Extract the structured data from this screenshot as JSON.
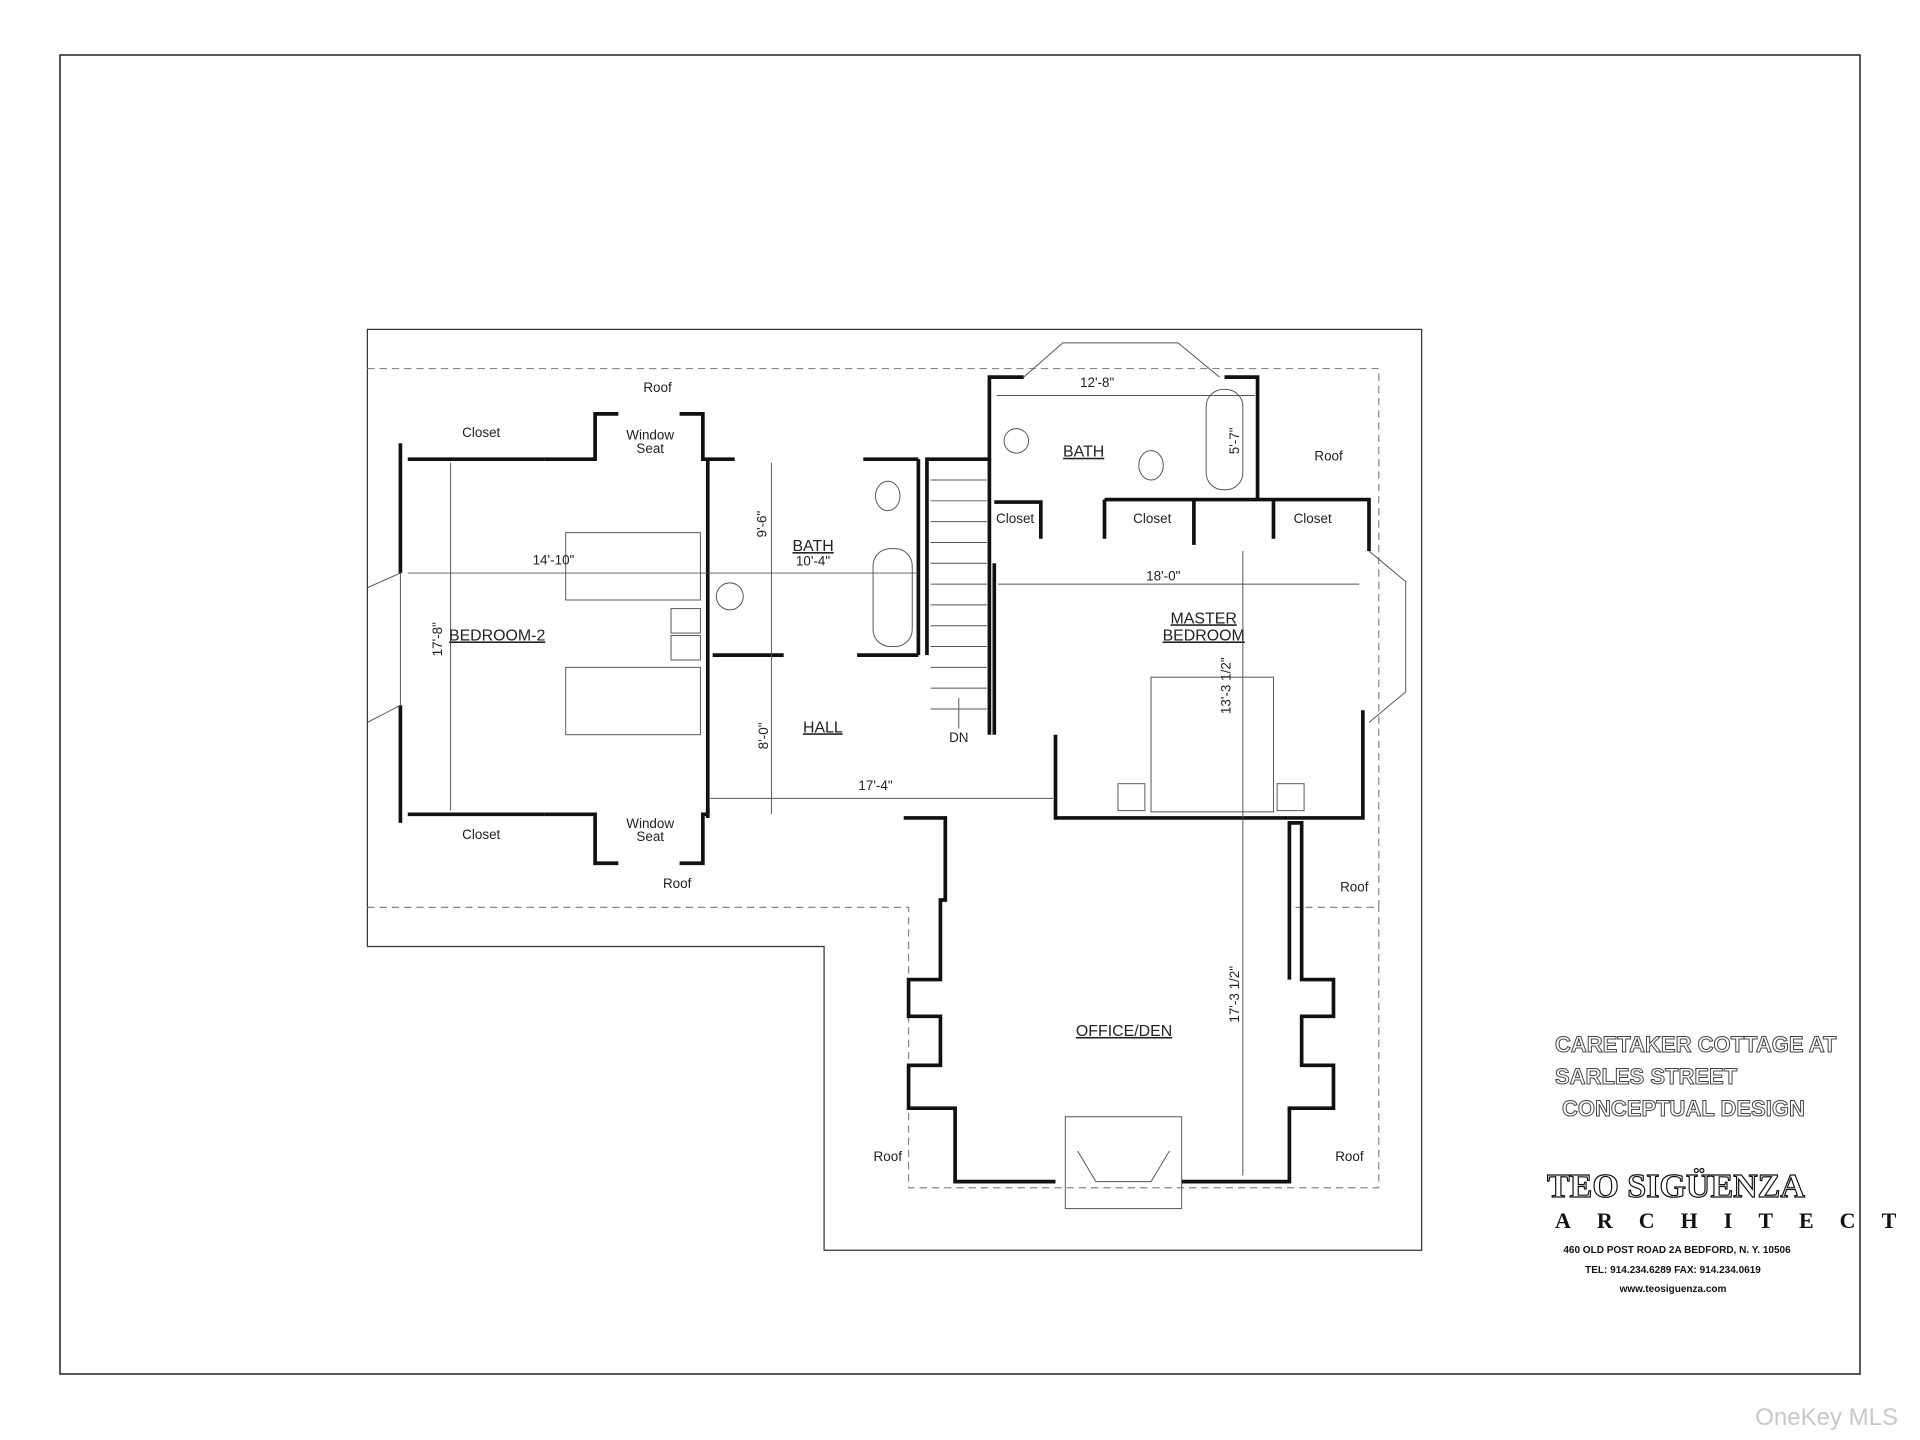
{
  "plan": {
    "rooms": {
      "bedroom2": "BEDROOM-2",
      "bath_hall": "BATH",
      "hall": "HALL",
      "bath_master": "BATH",
      "master_line1": "MASTER",
      "master_line2": "BEDROOM",
      "office": "OFFICE/DEN"
    },
    "labels": {
      "roof": "Roof",
      "closet": "Closet",
      "window": "Window",
      "seat": "Seat",
      "dn": "DN"
    },
    "dimensions": {
      "bedroom2_width": "14'-10\"",
      "bedroom2_length": "17'-8\"",
      "bath_hall_height": "9'-6\"",
      "bath_hall_width": "10'-4\"",
      "hall_height": "8'-0\"",
      "hall_width": "17'-4\"",
      "master_bath_width": "12'-8\"",
      "tub_length": "5'-7\"",
      "master_width": "18'-0\"",
      "master_length": "13'-3 1/2\"",
      "office_length": "17'-3 1/2\""
    }
  },
  "title_block": {
    "line1": "CARETAKER COTTAGE AT",
    "line2": "SARLES STREET",
    "line3": "CONCEPTUAL DESIGN",
    "firm": "TEO SIGÜENZA",
    "subtitle": "ARCHITECT",
    "address": "460 OLD POST ROAD  2A   BEDFORD, N. Y.  10506",
    "phone": "TEL: 914.234.6289  FAX: 914.234.0619",
    "web": "www.teosiguenza.com"
  },
  "watermark": "OneKey MLS"
}
